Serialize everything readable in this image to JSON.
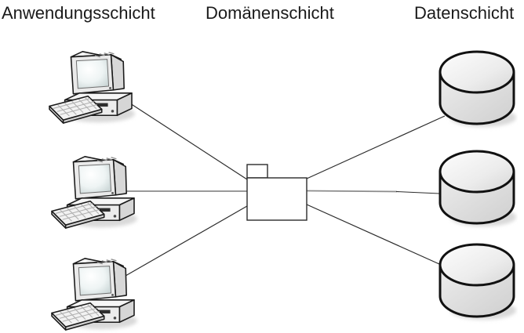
{
  "layers": {
    "application": {
      "label": "Anwendungsschicht"
    },
    "domain": {
      "label": "Domänenschicht"
    },
    "data": {
      "label": "Datenschicht"
    }
  },
  "icons": {
    "client": "computer-icon",
    "domain": "uml-package-icon",
    "datastore": "database-cylinder-icon"
  },
  "counts": {
    "clients": 3,
    "datastores": 3,
    "connections": 6
  },
  "colors": {
    "background": "#ffffff",
    "outline": "#1a1a1a",
    "node_fill_light": "#f4f4f4",
    "node_fill_mid": "#dcdcdc",
    "shadow": "#d9d9d9",
    "connector_dark": "#2b2b2b",
    "connector_gray": "#8c8c8c",
    "package_fill": "#ffffff",
    "text": "#1a1a1a"
  }
}
